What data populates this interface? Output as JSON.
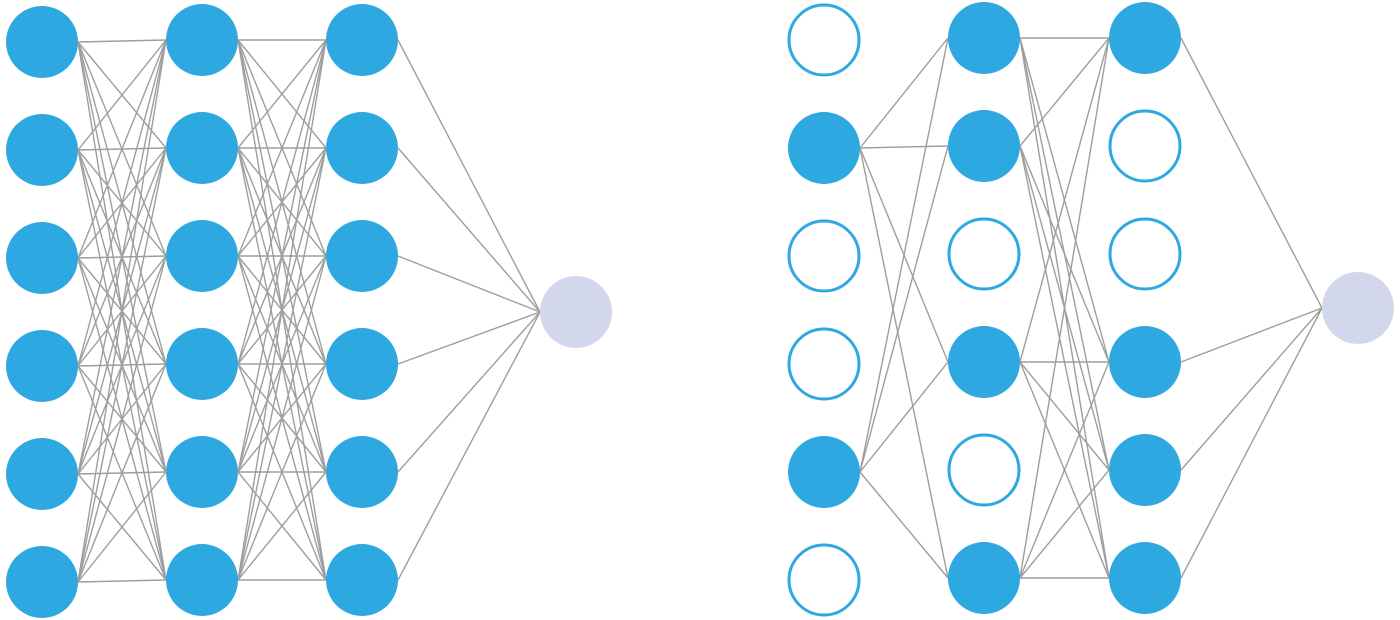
{
  "colors": {
    "active": "#2EA8E0",
    "dropped_stroke": "#2EA8E0",
    "dropped_fill": "#FFFFFF",
    "output": "#D3D7EC",
    "edge": "#9E9E9E",
    "background": "#FFFFFF"
  },
  "networks": [
    {
      "id": "standard-network",
      "layers": [
        {
          "active": [
            true,
            true,
            true,
            true,
            true,
            true
          ]
        },
        {
          "active": [
            true,
            true,
            true,
            true,
            true,
            true
          ]
        },
        {
          "active": [
            true,
            true,
            true,
            true,
            true,
            true
          ]
        }
      ],
      "output": 1
    },
    {
      "id": "dropout-network",
      "layers": [
        {
          "active": [
            false,
            true,
            false,
            false,
            true,
            false
          ]
        },
        {
          "active": [
            true,
            true,
            false,
            true,
            false,
            true
          ]
        },
        {
          "active": [
            true,
            false,
            false,
            true,
            true,
            true
          ]
        }
      ],
      "output": 1
    }
  ]
}
